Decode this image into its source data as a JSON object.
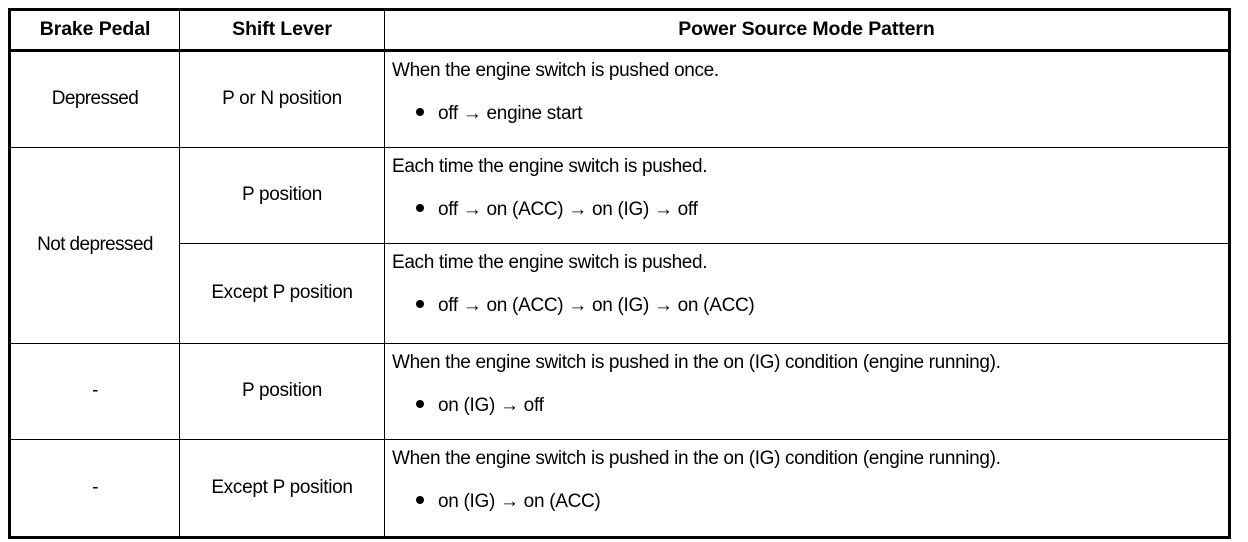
{
  "table": {
    "headers": [
      {
        "label": "Brake Pedal"
      },
      {
        "label": "Shift Lever"
      },
      {
        "label": "Power Source Mode Pattern"
      }
    ],
    "rows": [
      {
        "brake_pedal": "Depressed",
        "shift_lever": "P or N position",
        "description": "When the engine switch is pushed once.",
        "sequence": "off → engine start"
      },
      {
        "brake_pedal": "Not depressed",
        "shift_lever": "P position",
        "description": "Each time the engine switch is pushed.",
        "sequence": "off → on (ACC) → on (IG) → off"
      },
      {
        "brake_pedal": "",
        "shift_lever": "Except P position",
        "description": "Each time the engine switch is pushed.",
        "sequence": "off → on (ACC) → on (IG) → on (ACC)"
      },
      {
        "brake_pedal": "-",
        "shift_lever": "P position",
        "description": "When the engine switch is pushed in the on (IG) condition (engine running).",
        "sequence": "on (IG) → off"
      },
      {
        "brake_pedal": "-",
        "shift_lever": "Except P position",
        "description": "When the engine switch is pushed in the on (IG) condition (engine running).",
        "sequence": "on (IG) → on (ACC)"
      }
    ]
  },
  "style": {
    "text_color": "#000000",
    "background_color": "#ffffff",
    "border_color": "#000000"
  }
}
